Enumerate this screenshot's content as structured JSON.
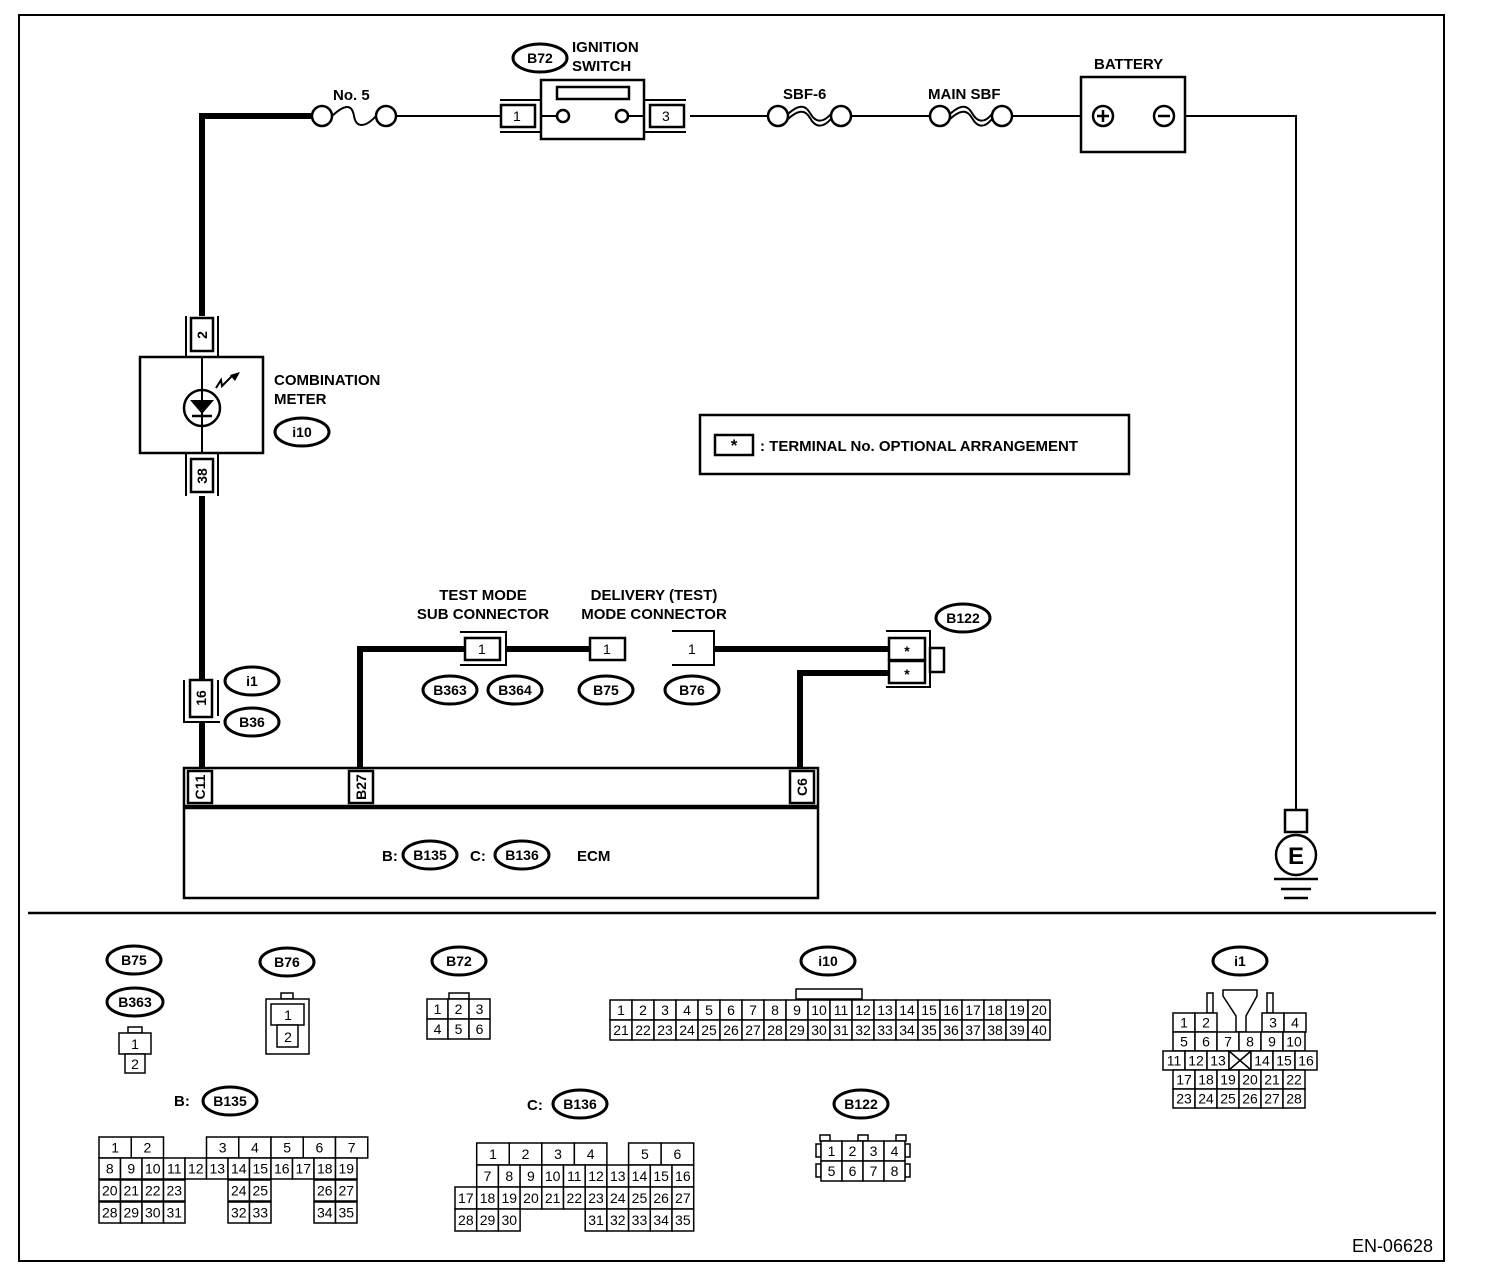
{
  "diagram": {
    "id_code": "EN-06628",
    "legend": {
      "symbol": "*",
      "text": ": TERMINAL No. OPTIONAL ARRANGEMENT"
    },
    "components": {
      "fuse_no5": {
        "label": "No. 5"
      },
      "ignition_switch": {
        "label_line1": "IGNITION",
        "label_line2": "SWITCH",
        "connector": "B72",
        "pin_left": "1",
        "pin_right": "3"
      },
      "sbf6": {
        "label": "SBF-6"
      },
      "main_sbf": {
        "label": "MAIN SBF"
      },
      "battery": {
        "label": "BATTERY",
        "pos": "+",
        "neg": "−"
      },
      "combination_meter": {
        "label_line1": "COMBINATION",
        "label_line2": "METER",
        "connector": "i10",
        "pin_top": "2",
        "pin_bottom": "38"
      },
      "joint_connector": {
        "pin": "16",
        "connector_a": "i1",
        "connector_b": "B36"
      },
      "test_mode_sub": {
        "label_line1": "TEST MODE",
        "label_line2": "SUB CONNECTOR",
        "pin": "1",
        "connector_a": "B363",
        "connector_b": "B364"
      },
      "delivery_mode": {
        "label_line1": "DELIVERY (TEST)",
        "label_line2": "MODE CONNECTOR",
        "pin_b75": "1",
        "pin_b76": "1",
        "connector_a": "B75",
        "connector_b": "B76"
      },
      "b122": {
        "connector": "B122",
        "pin_top": "*",
        "pin_bottom": "*"
      },
      "ecm": {
        "label": "ECM",
        "b_prefix": "B:",
        "b_connector": "B135",
        "c_prefix": "C:",
        "c_connector": "B136",
        "pin_c11": "C11",
        "pin_b27": "B27",
        "pin_c6": "C6"
      },
      "ground": {
        "label": "E"
      }
    },
    "connector_views": {
      "b75": {
        "tag": "B75"
      },
      "b363": {
        "tag": "B363",
        "pins": [
          "1",
          "2"
        ]
      },
      "b76": {
        "tag": "B76",
        "pins": [
          "1",
          "2"
        ]
      },
      "b72": {
        "tag": "B72",
        "pins": [
          "1",
          "2",
          "3",
          "4",
          "5",
          "6"
        ]
      },
      "i10": {
        "tag": "i10",
        "row1": [
          "1",
          "2",
          "3",
          "4",
          "5",
          "6",
          "7",
          "8",
          "9",
          "10",
          "11",
          "12",
          "13",
          "14",
          "15",
          "16",
          "17",
          "18",
          "19",
          "20"
        ],
        "row2": [
          "21",
          "22",
          "23",
          "24",
          "25",
          "26",
          "27",
          "28",
          "29",
          "30",
          "31",
          "32",
          "33",
          "34",
          "35",
          "36",
          "37",
          "38",
          "39",
          "40"
        ]
      },
      "i1": {
        "tag": "i1",
        "pins": [
          "1",
          "2",
          "3",
          "4",
          "5",
          "6",
          "7",
          "8",
          "9",
          "10",
          "11",
          "12",
          "13",
          "14",
          "15",
          "16",
          "17",
          "18",
          "19",
          "20",
          "21",
          "22",
          "23",
          "24",
          "25",
          "26",
          "27",
          "28"
        ]
      },
      "b135": {
        "prefix": "B:",
        "tag": "B135",
        "pins": [
          "1",
          "2",
          "3",
          "4",
          "5",
          "6",
          "7",
          "8",
          "9",
          "10",
          "11",
          "12",
          "13",
          "14",
          "15",
          "16",
          "17",
          "18",
          "19",
          "20",
          "21",
          "22",
          "23",
          "24",
          "25",
          "26",
          "27",
          "28",
          "29",
          "30",
          "31",
          "32",
          "33",
          "34",
          "35"
        ]
      },
      "b136": {
        "prefix": "C:",
        "tag": "B136",
        "pins": [
          "1",
          "2",
          "3",
          "4",
          "5",
          "6",
          "7",
          "8",
          "9",
          "10",
          "11",
          "12",
          "13",
          "14",
          "15",
          "16",
          "17",
          "18",
          "19",
          "20",
          "21",
          "22",
          "23",
          "24",
          "25",
          "26",
          "27",
          "28",
          "29",
          "30",
          "31",
          "32",
          "33",
          "34",
          "35"
        ]
      },
      "b122": {
        "tag": "B122",
        "pins": [
          "1",
          "2",
          "3",
          "4",
          "5",
          "6",
          "7",
          "8"
        ]
      }
    }
  }
}
